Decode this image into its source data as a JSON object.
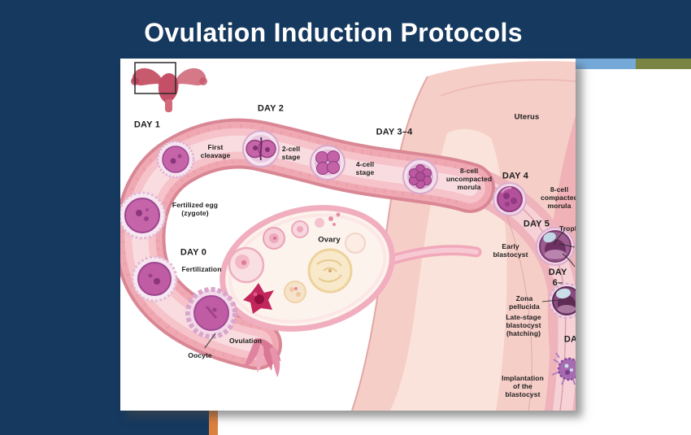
{
  "title": "Ovulation Induction Protocols",
  "colors": {
    "navy": "#16395f",
    "accent_blue": "#74a9d8",
    "accent_olive": "#7a8443",
    "accent_orange": "#dd813e",
    "card_bg": "#ffffff",
    "tube_pink": "#f0a9b3",
    "uterus_pink": "#f6cec8",
    "embryo_magenta": "#c564a8"
  },
  "diagram": {
    "labels": {
      "day0": "DAY 0",
      "day1": "DAY 1",
      "day2": "DAY 2",
      "day34": "DAY 3–4",
      "day4": "DAY 4",
      "day5": "DAY 5",
      "day6": "DAY 6–",
      "day7_partial": "DA",
      "fertilization": "Fertilization",
      "fertilized_egg": "Fertilized egg\n(zygote)",
      "first_cleavage": "First\ncleavage",
      "two_cell": "2-cell\nstage",
      "four_cell": "4-cell\nstage",
      "eight_cell_uncompacted": "8-cell\nuncompacted\nmorula",
      "eight_cell_compacted": "8-cell\ncompacted\nmorula",
      "early_blastocyst": "Early\nblastocyst",
      "trophoblast_partial": "Troph",
      "zona_pellucida": "Zona\npellucida",
      "late_stage_blastocyst": "Late-stage\nblastocyst\n(hatching)",
      "implantation": "Implantation\nof the\nblastocyst",
      "ovulation": "Ovulation",
      "oocyte": "Oocyte",
      "ovary": "Ovary",
      "uterus": "Uterus"
    }
  }
}
